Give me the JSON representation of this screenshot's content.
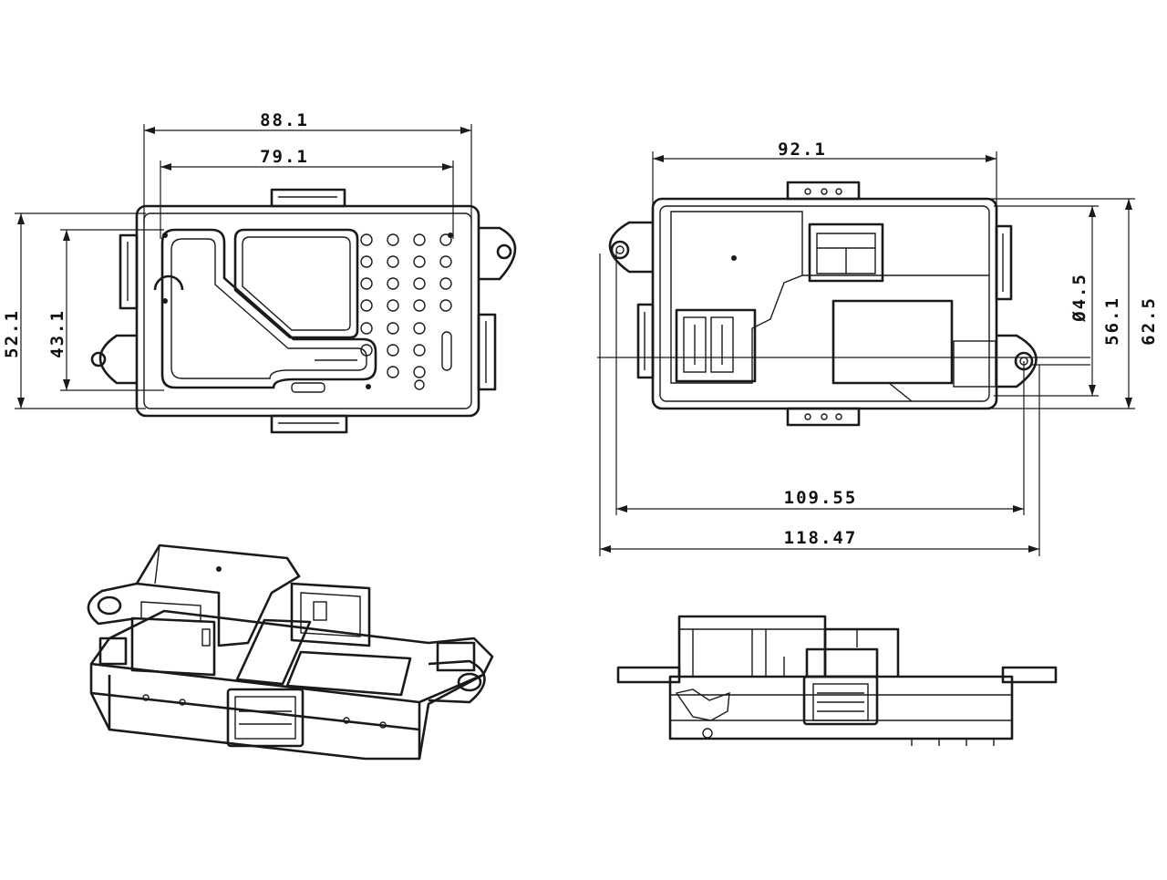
{
  "drawing": {
    "colors": {
      "line": "#1a1a1a",
      "background": "#ffffff"
    },
    "dimensions": {
      "top_overall_width": "88.1",
      "top_inner_width": "79.1",
      "top_overall_height": "52.1",
      "top_inner_height": "43.1",
      "bottom_width": "92.1",
      "bottom_hole_diameter": "Ø4.5",
      "bottom_inner_height": "56.1",
      "bottom_overall_height": "62.5",
      "bottom_hole_spacing": "109.55",
      "bottom_overall_length": "118.47"
    }
  }
}
